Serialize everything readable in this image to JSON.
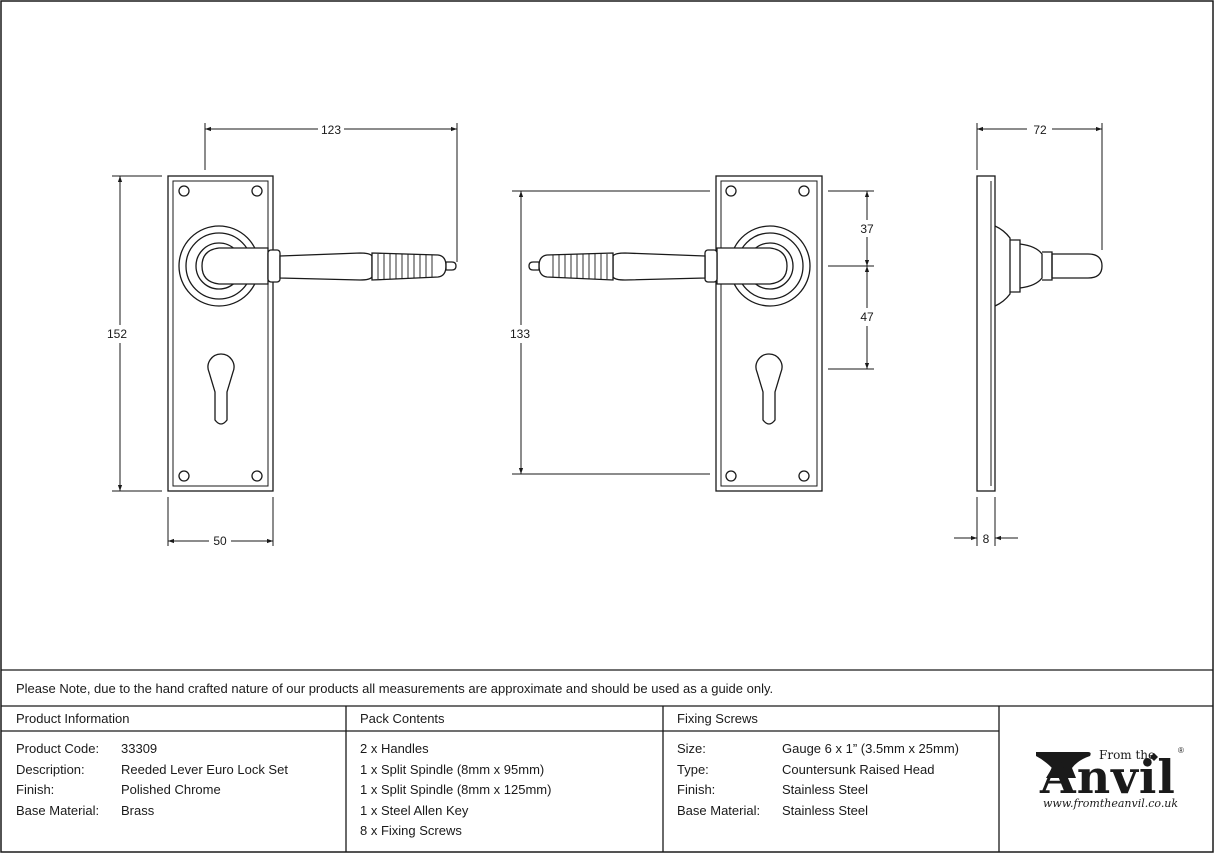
{
  "dimensions": {
    "front_projection": "123",
    "front_height": "152",
    "front_width": "50",
    "rear_centres": "133",
    "rear_top_to_lever": "37",
    "rear_lever_to_keyhole": "47",
    "side_projection": "72",
    "side_thickness": "8"
  },
  "note": "Please Note, due to the hand crafted nature of our products all measurements are approximate and should be used as a guide only.",
  "product_information": {
    "title": "Product Information",
    "rows": [
      {
        "label": "Product Code:",
        "value": "33309"
      },
      {
        "label": "Description:",
        "value": "Reeded Lever Euro Lock Set"
      },
      {
        "label": "Finish:",
        "value": "Polished Chrome"
      },
      {
        "label": "Base Material:",
        "value": "Brass"
      }
    ]
  },
  "pack_contents": {
    "title": "Pack Contents",
    "items": [
      "2 x Handles",
      "1 x Split Spindle (8mm x 95mm)",
      "1 x Split Spindle (8mm x 125mm)",
      "1 x Steel Allen Key",
      "8 x Fixing Screws"
    ]
  },
  "fixing_screws": {
    "title": "Fixing Screws",
    "rows": [
      {
        "label": "Size:",
        "value": "Gauge 6 x 1” (3.5mm x 25mm)"
      },
      {
        "label": "Type:",
        "value": "Countersunk Raised Head"
      },
      {
        "label": "Finish:",
        "value": "Stainless Steel"
      },
      {
        "label": "Base Material:",
        "value": "Stainless Steel"
      }
    ]
  },
  "logo": {
    "from_the": "From the",
    "name": "Anvil",
    "registered": "®",
    "url": "www.fromtheanvil.co.uk"
  }
}
